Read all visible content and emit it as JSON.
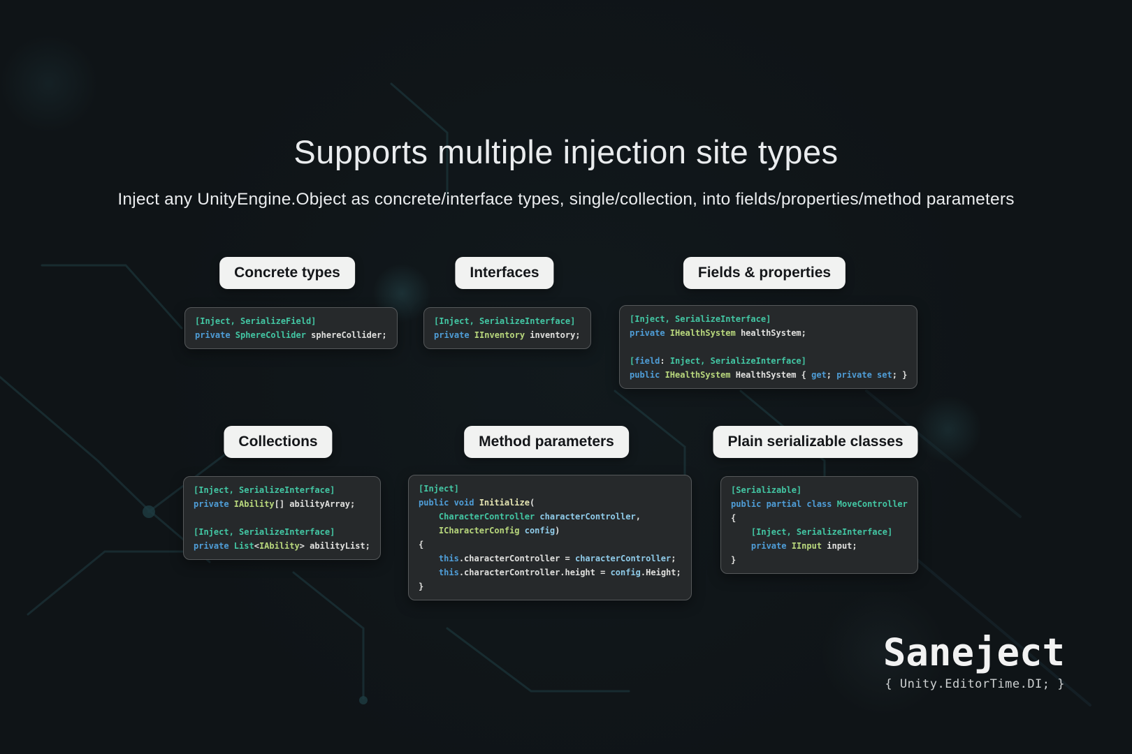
{
  "header": {
    "title": "Supports multiple injection site types",
    "subtitle": "Inject any UnityEngine.Object as concrete/interface types, single/collection, into fields/properties/method parameters"
  },
  "palette": {
    "kw": "#4f9ed8",
    "cls": "#43c7a4",
    "intf": "#b9d87d",
    "param": "#8fcbe9",
    "meth": "#e4e4b2",
    "plain": "#e0e0de"
  },
  "colors": {
    "background": "#0f1417",
    "code_bg": "#26292b",
    "code_border": "#56595b",
    "pill_bg": "#f1f2f1",
    "pill_text": "#141619",
    "heading": "#eaecee",
    "tagline": "#ced1d2"
  },
  "cards": [
    {
      "label": "Concrete types",
      "code": [
        [
          {
            "c": "cls",
            "t": "[Inject, SerializeField]"
          }
        ],
        [
          {
            "c": "kw",
            "t": "private "
          },
          {
            "c": "cls",
            "t": "SphereCollider "
          },
          {
            "c": "plain",
            "t": "sphereCollider;"
          }
        ]
      ]
    },
    {
      "label": "Interfaces",
      "code": [
        [
          {
            "c": "cls",
            "t": "[Inject, SerializeInterface]"
          }
        ],
        [
          {
            "c": "kw",
            "t": "private "
          },
          {
            "c": "intf",
            "t": "IInventory "
          },
          {
            "c": "plain",
            "t": "inventory;"
          }
        ]
      ]
    },
    {
      "label": "Fields & properties",
      "code": [
        [
          {
            "c": "cls",
            "t": "[Inject, SerializeInterface]"
          }
        ],
        [
          {
            "c": "kw",
            "t": "private "
          },
          {
            "c": "intf",
            "t": "IHealthSystem "
          },
          {
            "c": "plain",
            "t": "healthSystem;"
          }
        ],
        [],
        [
          {
            "c": "cls",
            "t": "["
          },
          {
            "c": "kw",
            "t": "field"
          },
          {
            "c": "plain",
            "t": ": "
          },
          {
            "c": "cls",
            "t": "Inject, SerializeInterface]"
          }
        ],
        [
          {
            "c": "kw",
            "t": "public "
          },
          {
            "c": "intf",
            "t": "IHealthSystem "
          },
          {
            "c": "plain",
            "t": "HealthSystem { "
          },
          {
            "c": "kw",
            "t": "get"
          },
          {
            "c": "plain",
            "t": "; "
          },
          {
            "c": "kw",
            "t": "private set"
          },
          {
            "c": "plain",
            "t": "; }"
          }
        ]
      ]
    },
    {
      "label": "Collections",
      "code": [
        [
          {
            "c": "cls",
            "t": "[Inject, SerializeInterface]"
          }
        ],
        [
          {
            "c": "kw",
            "t": "private "
          },
          {
            "c": "intf",
            "t": "IAbility"
          },
          {
            "c": "plain",
            "t": "[] abilityArray;"
          }
        ],
        [],
        [
          {
            "c": "cls",
            "t": "[Inject, SerializeInterface]"
          }
        ],
        [
          {
            "c": "kw",
            "t": "private "
          },
          {
            "c": "cls",
            "t": "List"
          },
          {
            "c": "plain",
            "t": "<"
          },
          {
            "c": "intf",
            "t": "IAbility"
          },
          {
            "c": "plain",
            "t": "> abilityList;"
          }
        ]
      ]
    },
    {
      "label": "Method parameters",
      "code": [
        [
          {
            "c": "cls",
            "t": "[Inject]"
          }
        ],
        [
          {
            "c": "kw",
            "t": "public void "
          },
          {
            "c": "meth",
            "t": "Initialize"
          },
          {
            "c": "plain",
            "t": "("
          }
        ],
        [
          {
            "c": "plain",
            "t": "    "
          },
          {
            "c": "cls",
            "t": "CharacterController "
          },
          {
            "c": "param",
            "t": "characterController"
          },
          {
            "c": "plain",
            "t": ","
          }
        ],
        [
          {
            "c": "plain",
            "t": "    "
          },
          {
            "c": "intf",
            "t": "ICharacterConfig "
          },
          {
            "c": "param",
            "t": "config"
          },
          {
            "c": "plain",
            "t": ")"
          }
        ],
        [
          {
            "c": "plain",
            "t": "{"
          }
        ],
        [
          {
            "c": "plain",
            "t": "    "
          },
          {
            "c": "kw",
            "t": "this"
          },
          {
            "c": "plain",
            "t": ".characterController = "
          },
          {
            "c": "param",
            "t": "characterController"
          },
          {
            "c": "plain",
            "t": ";"
          }
        ],
        [
          {
            "c": "plain",
            "t": "    "
          },
          {
            "c": "kw",
            "t": "this"
          },
          {
            "c": "plain",
            "t": ".characterController.height = "
          },
          {
            "c": "param",
            "t": "config"
          },
          {
            "c": "plain",
            "t": ".Height;"
          }
        ],
        [
          {
            "c": "plain",
            "t": "}"
          }
        ]
      ]
    },
    {
      "label": "Plain serializable classes",
      "code": [
        [
          {
            "c": "cls",
            "t": "[Serializable]"
          }
        ],
        [
          {
            "c": "kw",
            "t": "public partial class "
          },
          {
            "c": "cls",
            "t": "MoveController"
          }
        ],
        [
          {
            "c": "plain",
            "t": "{"
          }
        ],
        [
          {
            "c": "plain",
            "t": "    "
          },
          {
            "c": "cls",
            "t": "[Inject, SerializeInterface]"
          }
        ],
        [
          {
            "c": "plain",
            "t": "    "
          },
          {
            "c": "kw",
            "t": "private "
          },
          {
            "c": "intf",
            "t": "IInput "
          },
          {
            "c": "plain",
            "t": "input;"
          }
        ],
        [
          {
            "c": "plain",
            "t": "}"
          }
        ]
      ]
    }
  ],
  "brand": {
    "name": "Saneject",
    "tagline": "{ Unity.EditorTime.DI; }"
  }
}
